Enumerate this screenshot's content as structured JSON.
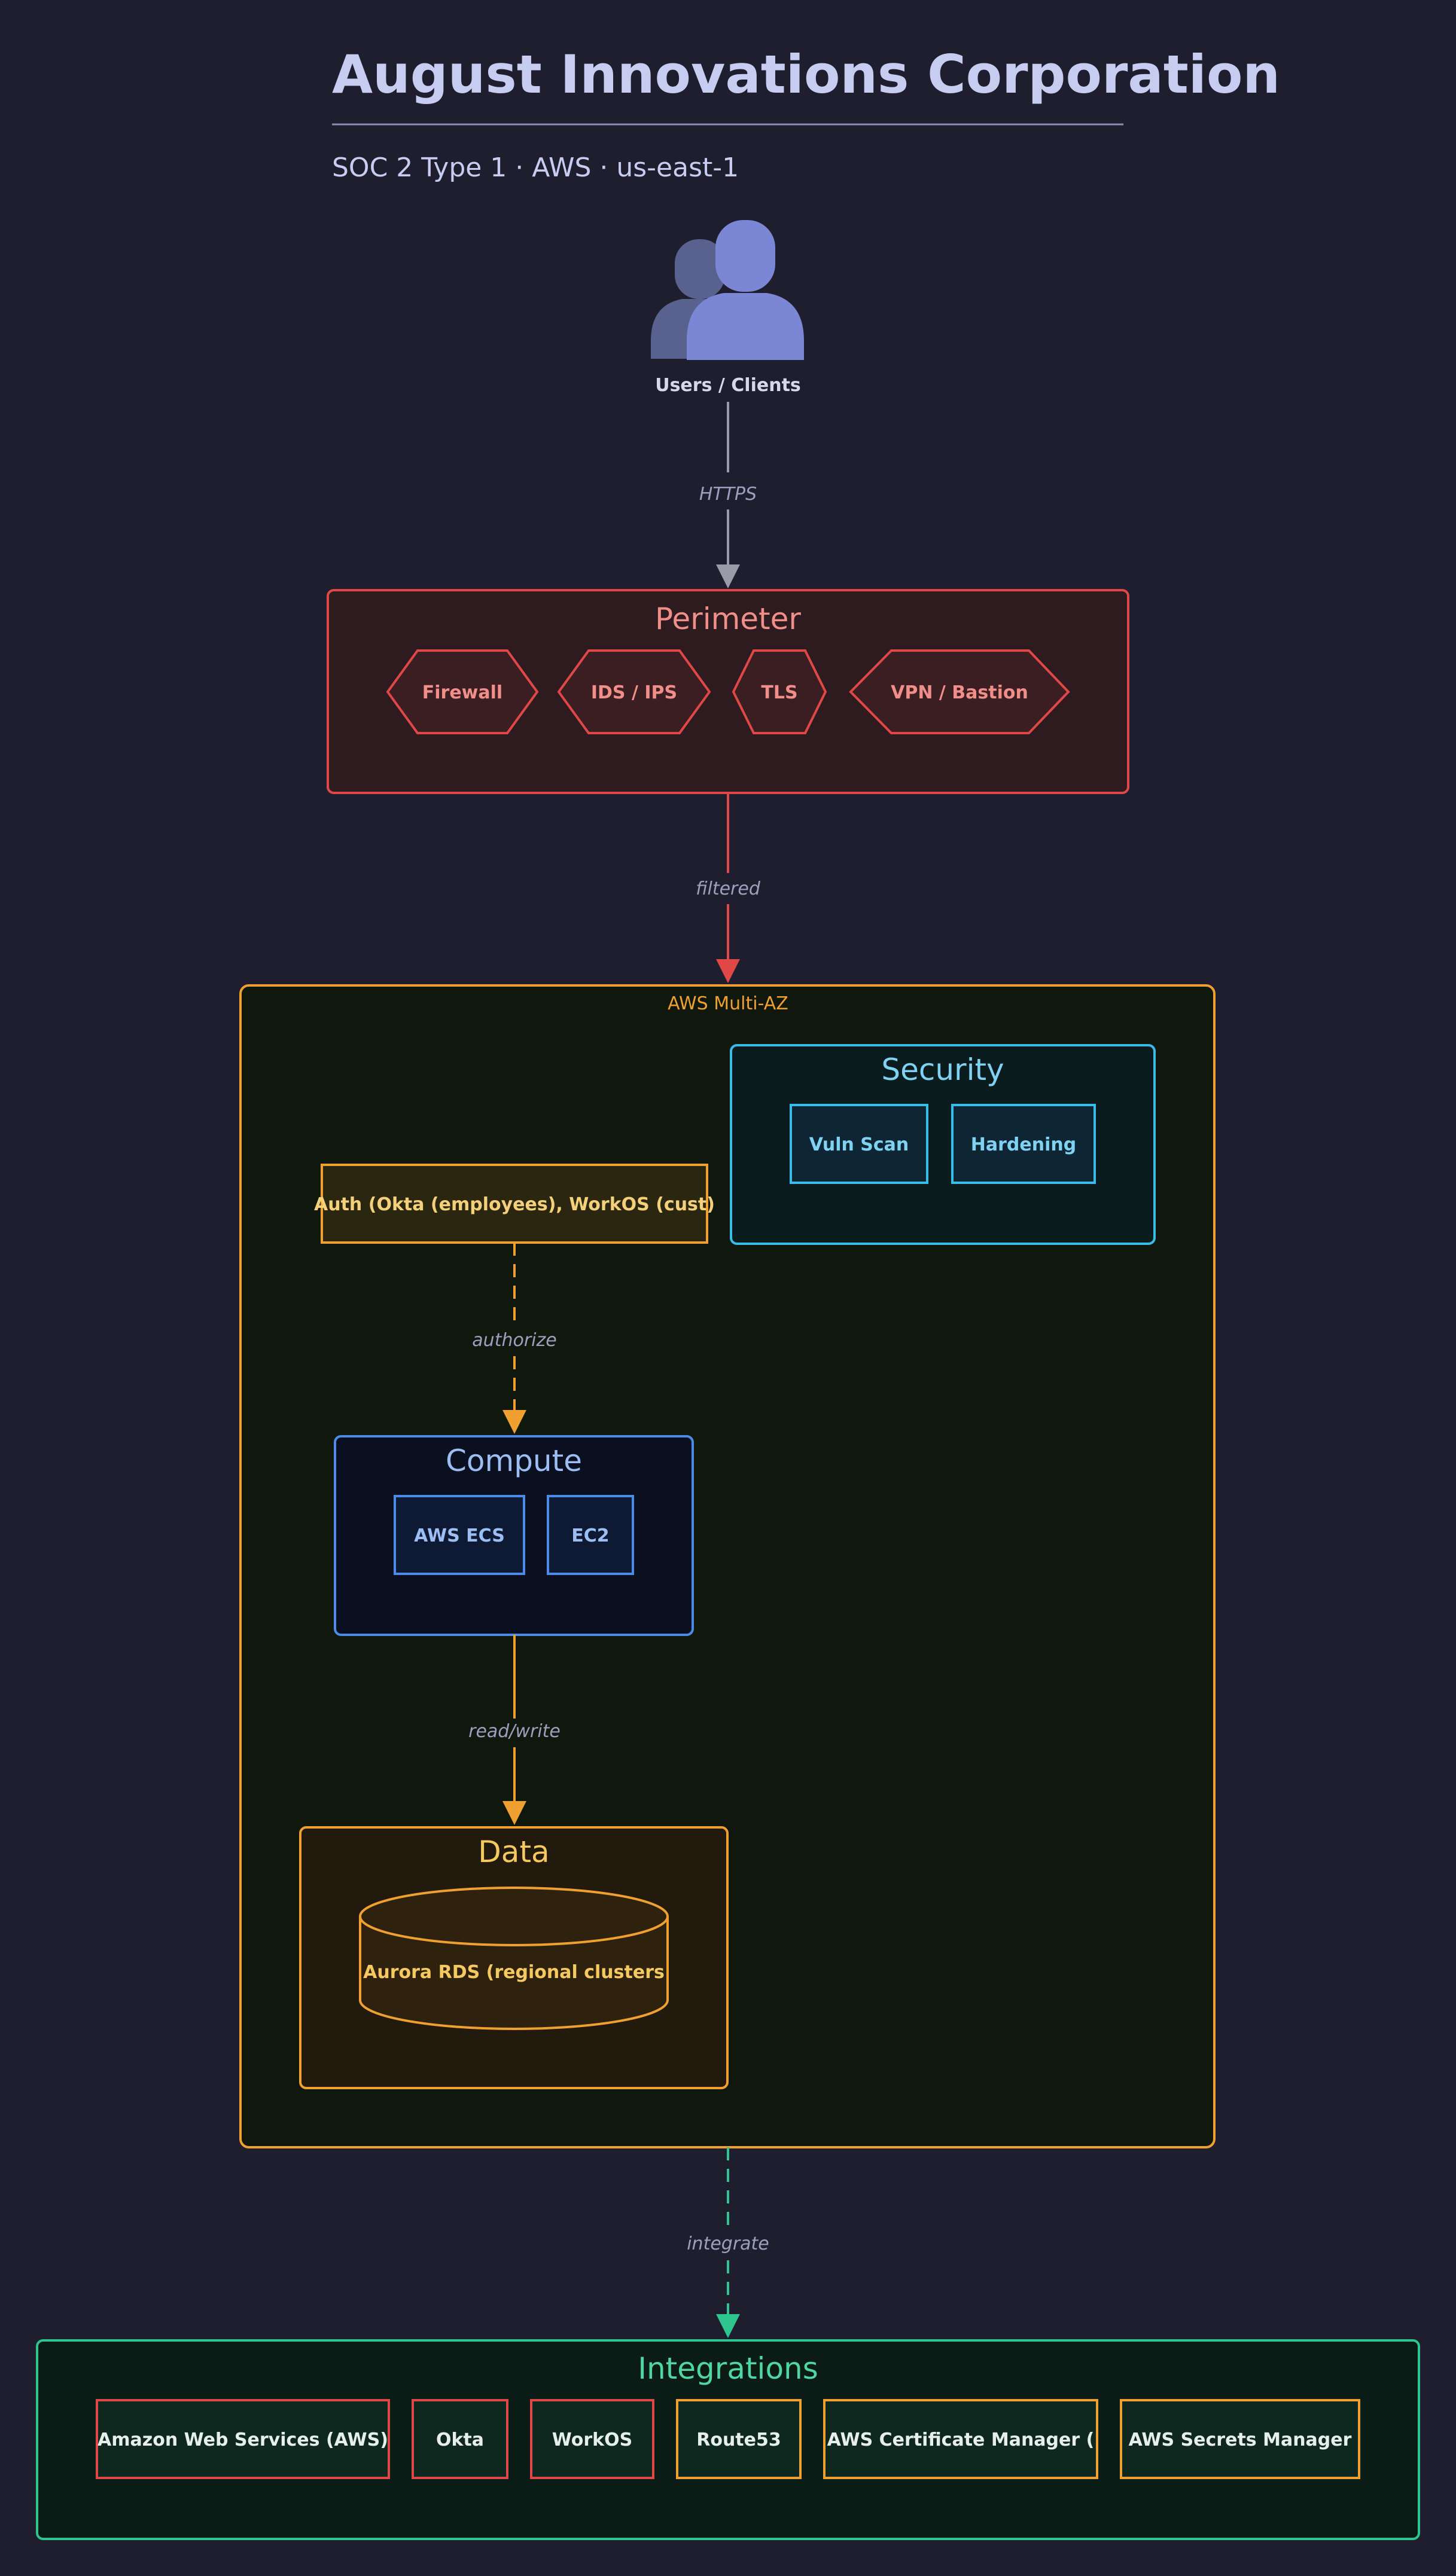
{
  "header": {
    "title": "August Innovations Corporation",
    "subtitle": "SOC 2 Type 1 · AWS · us-east-1"
  },
  "users": {
    "label": "Users / Clients"
  },
  "edges": {
    "https": "HTTPS",
    "filtered": "filtered",
    "authorize": "authorize",
    "read_write": "read/write",
    "integrate": "integrate"
  },
  "perimeter": {
    "title": "Perimeter",
    "items": [
      "Firewall",
      "IDS / IPS",
      "TLS",
      "VPN / Bastion"
    ]
  },
  "aws": {
    "label": "AWS Multi-AZ"
  },
  "security": {
    "title": "Security",
    "items": [
      "Vuln Scan",
      "Hardening"
    ]
  },
  "auth": {
    "label": "Auth (Okta (employees), WorkOS (cust)"
  },
  "compute": {
    "title": "Compute",
    "items": [
      "AWS ECS",
      "EC2"
    ]
  },
  "data": {
    "title": "Data",
    "db_label": "Aurora RDS (regional clusters"
  },
  "integrations": {
    "title": "Integrations",
    "items": [
      "Amazon Web Services (AWS)",
      "Okta",
      "WorkOS",
      "Route53",
      "AWS Certificate Manager (",
      "AWS Secrets Manager"
    ]
  },
  "colors": {
    "background": "#1f1e2e",
    "perimeter": "#e04848",
    "aws": "#f0a030",
    "security": "#38bde8",
    "compute": "#4a8ce8",
    "data": "#f0a030",
    "integrations": "#2ec58e"
  }
}
